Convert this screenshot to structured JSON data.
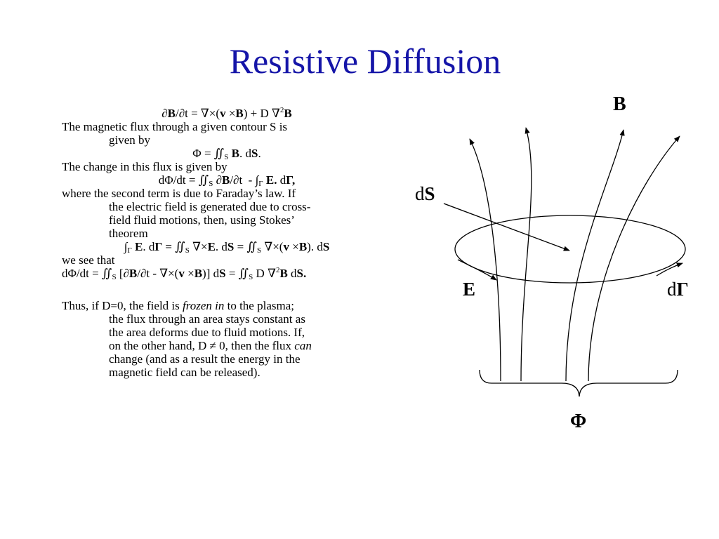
{
  "slide": {
    "title": "Resistive Diffusion"
  },
  "body": {
    "eq_induction": "∂B/∂t = ∇×(v ×B) + D ∇²B",
    "p1_line1": "The magnetic flux through a given contour S is",
    "p1_line2": "given by",
    "eq_flux": "Φ = ∬S B. dS.",
    "p2": "The change in this flux is given by",
    "eq_flux_change": "dΦ/dt = ∬S ∂B/∂t - ∫Γ E. dΓ,",
    "p3_line1": "where the second term is due to Faraday’s law. If",
    "p3_line2": "the electric field is generated due to cross-",
    "p3_line3": "field fluid motions, then, using Stokes’",
    "p3_line4": "theorem",
    "eq_stokes": "∫Γ E. dΓ = ∬S ∇×E. dS = ∬S ∇×(v ×B). dS",
    "p4": "we see that",
    "eq_result": "dΦ/dt = ∬S [∂B/∂t - ∇×(v ×B)] dS = ∬S D ∇²B dS.",
    "p5_line1": "Thus, if D=0, the field is",
    "p5_frozen": "frozen in",
    "p5_line1b": "to the plasma;",
    "p5_line2": "the flux through an area stays constant as",
    "p5_line3": "the area deforms due to fluid motions.  If,",
    "p5_line4a": "on the other hand, D ≠ 0, then the flux",
    "p5_can": "can",
    "p5_line5": "change (and as a result the energy in the",
    "p5_line6": "magnetic field can be released)."
  },
  "diagram": {
    "label_B": "B",
    "label_dS_d": "d",
    "label_dS_S": "S",
    "label_E": "E",
    "label_dGamma_d": "d",
    "label_dGamma_G": "Γ",
    "label_Phi": "Φ"
  }
}
